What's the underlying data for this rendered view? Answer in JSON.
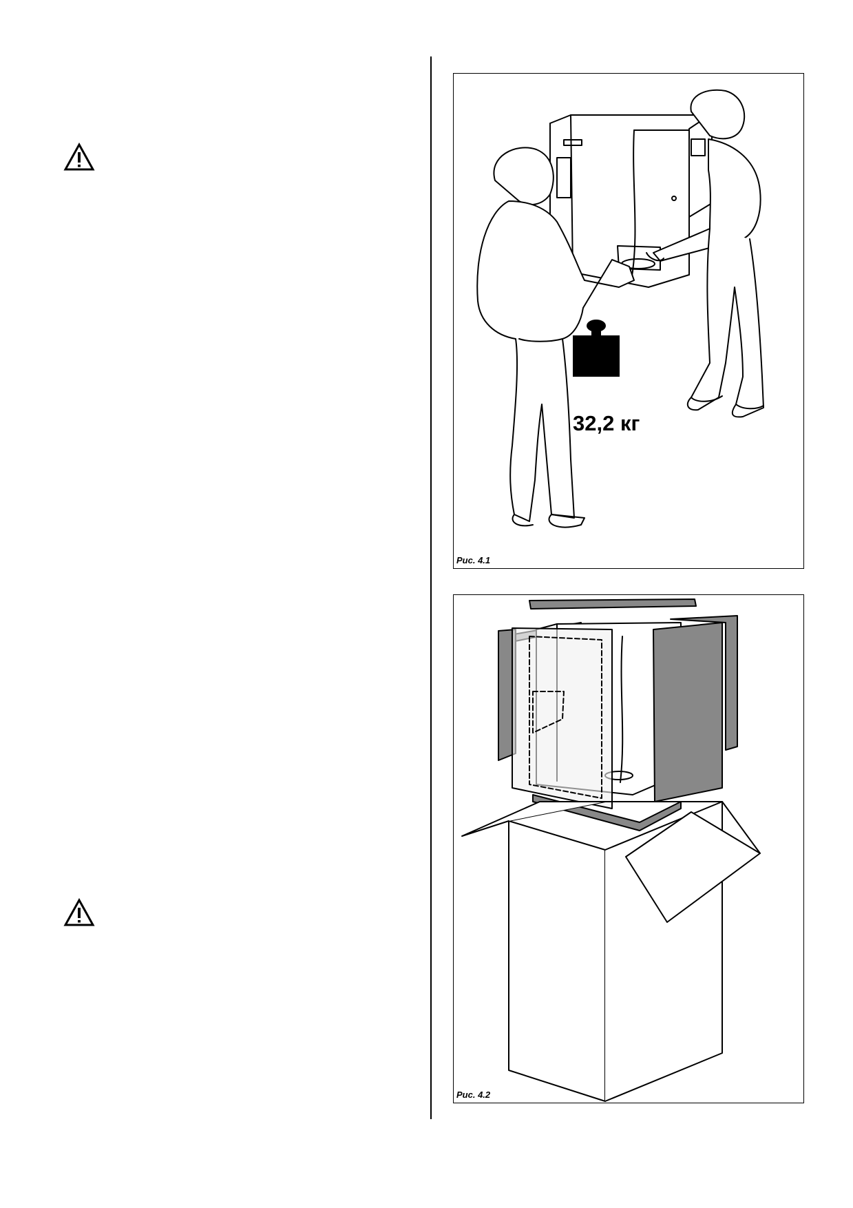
{
  "figures": [
    {
      "caption": "Рис. 4.1",
      "weight_label": "32,2 кг"
    },
    {
      "caption": "Рис. 4.2"
    }
  ]
}
